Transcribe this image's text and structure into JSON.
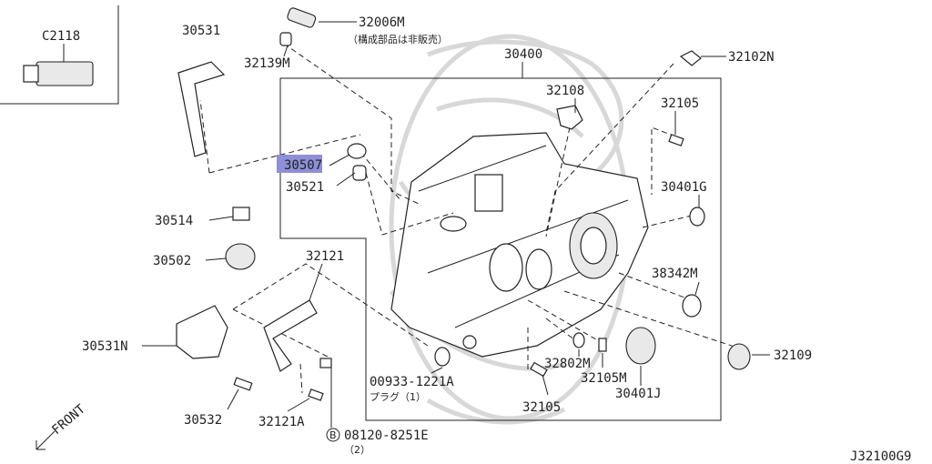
{
  "diagram": {
    "catalog_code": "J32100G9",
    "front_label": "FRONT",
    "callouts": {
      "c2118": "C2118",
      "p30531": "30531",
      "p32006M": "32006M",
      "note_not_sold": "（構成部品は非販売）",
      "p32139M": "32139M",
      "p30400": "30400",
      "p32102N": "32102N",
      "p32108": "32108",
      "p32105_top": "32105",
      "p30507": "30507",
      "p30521": "30521",
      "p30401G": "30401G",
      "p30514": "30514",
      "p30502": "30502",
      "p32121": "32121",
      "p38342M": "38342M",
      "p30531N": "30531N",
      "p32109": "32109",
      "p32802M": "32802M",
      "p00933": "00933-1221A",
      "plug_note": "プラグ（1）",
      "p32105M": "32105M",
      "p30401J": "30401J",
      "p32105_bottom": "32105",
      "p30532": "30532",
      "p32121A": "32121A",
      "bolt_marker": "B",
      "p08120": "08120-8251E",
      "bolt_qty": "（2）"
    }
  }
}
